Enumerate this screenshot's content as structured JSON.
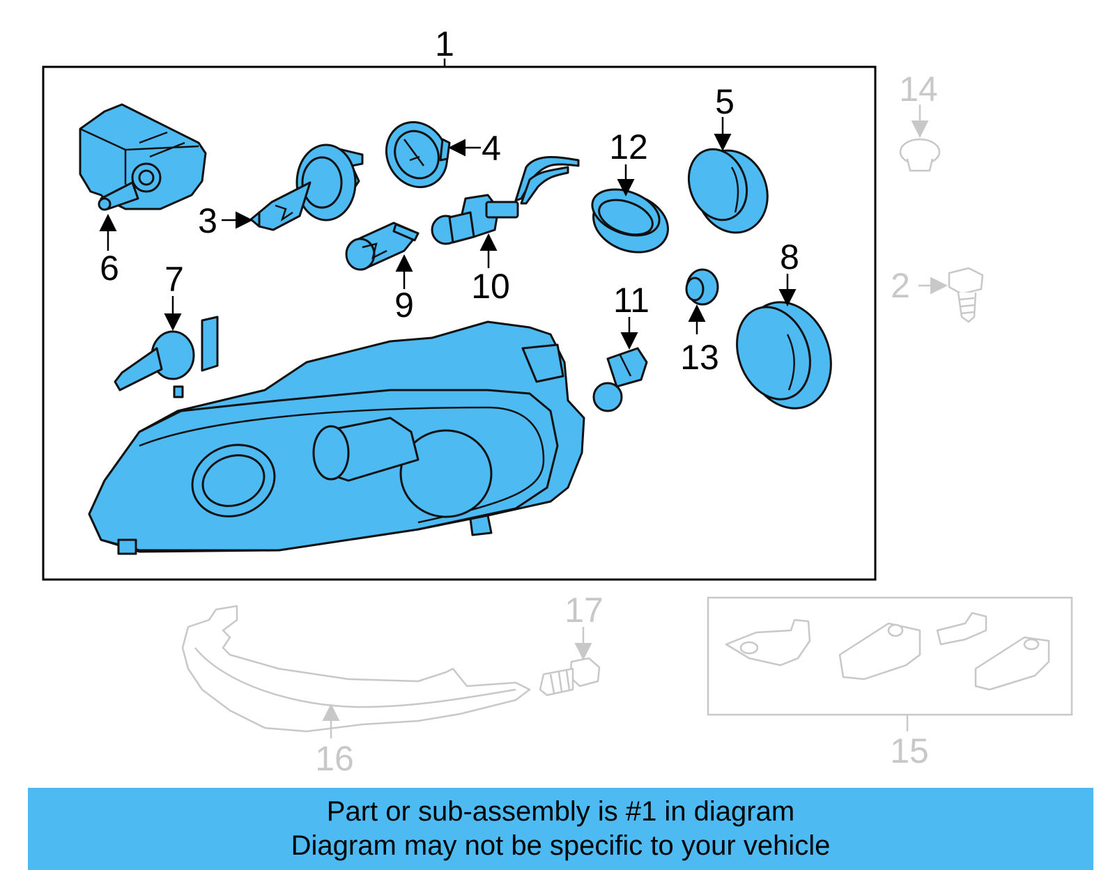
{
  "callouts": {
    "c1": "1",
    "c2": "2",
    "c3": "3",
    "c4": "4",
    "c5": "5",
    "c6": "6",
    "c7": "7",
    "c8": "8",
    "c9": "9",
    "c10": "10",
    "c11": "11",
    "c12": "12",
    "c13": "13",
    "c14": "14",
    "c15": "15",
    "c16": "16",
    "c17": "17"
  },
  "banner": {
    "line1": "Part or sub-assembly is #1 in diagram",
    "line2": "Diagram may not be specific to your vehicle"
  },
  "colors": {
    "highlight": "#4dbaf2",
    "inactive": "#c8c8c8",
    "outline": "#111111"
  }
}
